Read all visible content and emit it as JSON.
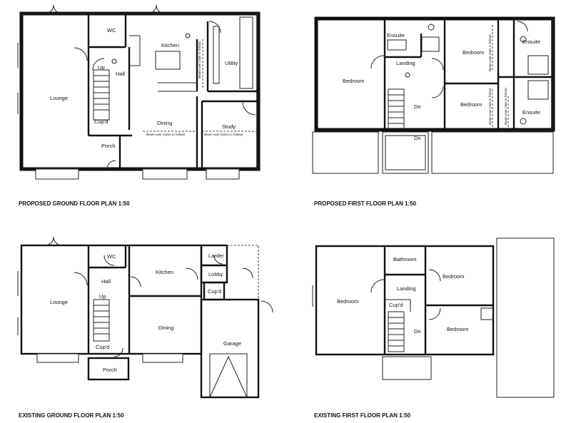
{
  "captions": {
    "proposed_ground": "PROPOSED GROUND FLOOR PLAN 1:50",
    "proposed_first": "PROPOSED FIRST FLOOR PLAN 1:50",
    "existing_ground": "EXISTING GROUND FLOOR PLAN 1:50",
    "existing_first": "EXISTING FIRST FLOOR PLAN 1:50"
  },
  "proposed_ground": {
    "lounge": "Lounge",
    "wc": "WC",
    "kitchen": "Kitchen",
    "hall": "Hall",
    "up": "Up",
    "utility": "Utility",
    "cupd": "Cup'd",
    "dining": "Dining",
    "study": "Study",
    "porch": "Porch",
    "beam1": "Beam over (sizes to follow)",
    "beam2": "Beam over (size to follow)",
    "beam3": "Beam over (sizes to follow)"
  },
  "proposed_first": {
    "bedroom1": "Bedroom",
    "ensuite1": "Ensuite",
    "landing": "Landing",
    "bedroom2": "Bedroom",
    "ensuite2": "Ensuite",
    "bedroom3": "Bedroom",
    "ensuite3": "Ensuite",
    "dn1": "Dn",
    "dn2": "Dn",
    "beam1": "Beam over (size to follow)",
    "beam2": "Beam over (size to follow)",
    "beam3": "Beam over (size to follow)"
  },
  "existing_ground": {
    "wc": "WC",
    "lounge": "Lounge",
    "hall": "Hall",
    "up": "Up",
    "kitchen": "Kitchen",
    "larder": "Larder",
    "lobby": "Lobby",
    "cupd1": "Cup'd",
    "dining": "Dining",
    "cupd2": "Cup'd",
    "porch": "Porch",
    "garage": "Garage"
  },
  "existing_first": {
    "bathroom": "Bathroom",
    "bedroom1": "Bedroom",
    "bedroom2": "Bedroom",
    "landing": "Landing",
    "cupd": "Cup'd",
    "dn": "Dn",
    "bedroom3": "Bedroom"
  }
}
